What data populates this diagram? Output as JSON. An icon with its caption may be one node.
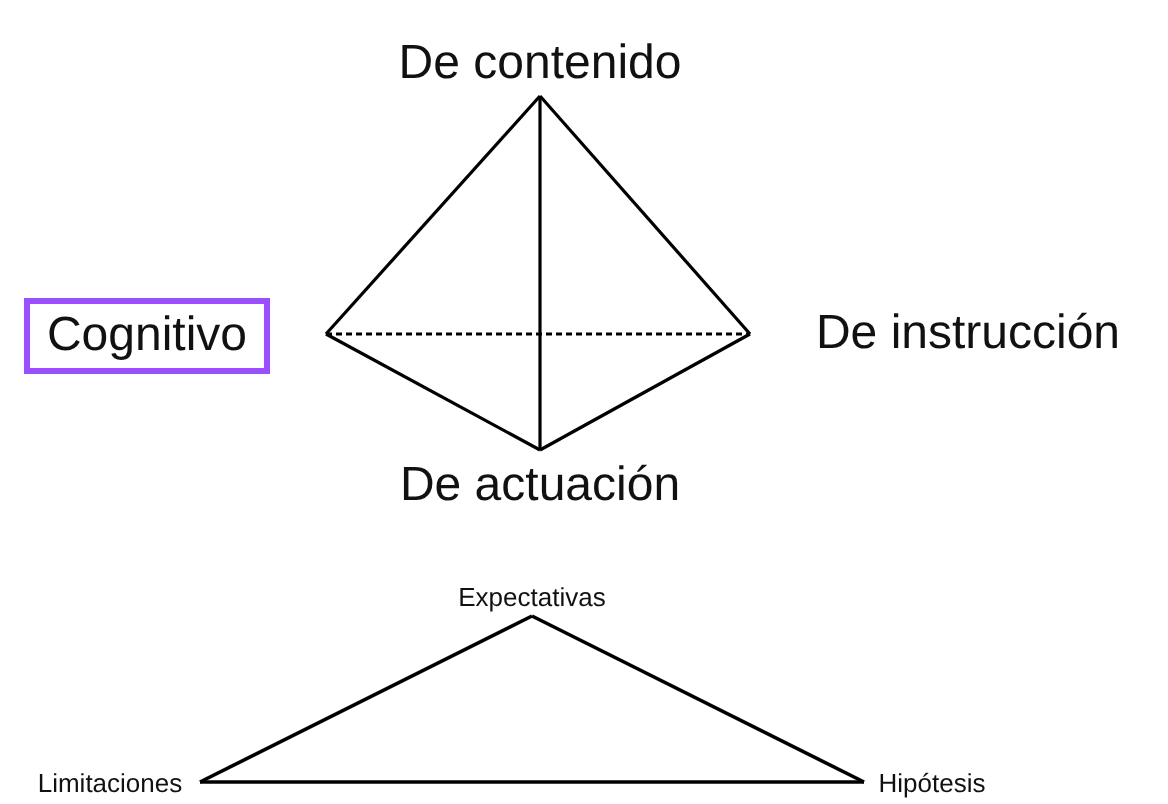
{
  "diagram": {
    "nodes": [
      {
        "text": [
          "De contenido"
        ]
      },
      {
        "text": [
          "Cognitivo"
        ]
      },
      {
        "text": [
          "De instrucción"
        ]
      },
      {
        "text": [
          "De actuación"
        ]
      },
      {
        "text": [
          "Expectativas"
        ]
      },
      {
        "text": [
          "Limitaciones"
        ]
      },
      {
        "text": [
          "Hipótesis"
        ]
      }
    ],
    "edges": [
      {
        "from": 0,
        "to": 1,
        "arrow": "none"
      },
      {
        "from": 0,
        "to": 2,
        "arrow": "none"
      },
      {
        "from": 0,
        "to": 3,
        "arrow": "none"
      },
      {
        "from": 1,
        "to": 3,
        "arrow": "none"
      },
      {
        "from": 3,
        "to": 2,
        "arrow": "none"
      },
      {
        "from": 1,
        "to": 2,
        "arrow": "none",
        "style": "dashed"
      },
      {
        "from": 4,
        "to": 5,
        "arrow": "none"
      },
      {
        "from": 4,
        "to": 6,
        "arrow": "none"
      },
      {
        "from": 5,
        "to": 6,
        "arrow": "none"
      }
    ]
  }
}
